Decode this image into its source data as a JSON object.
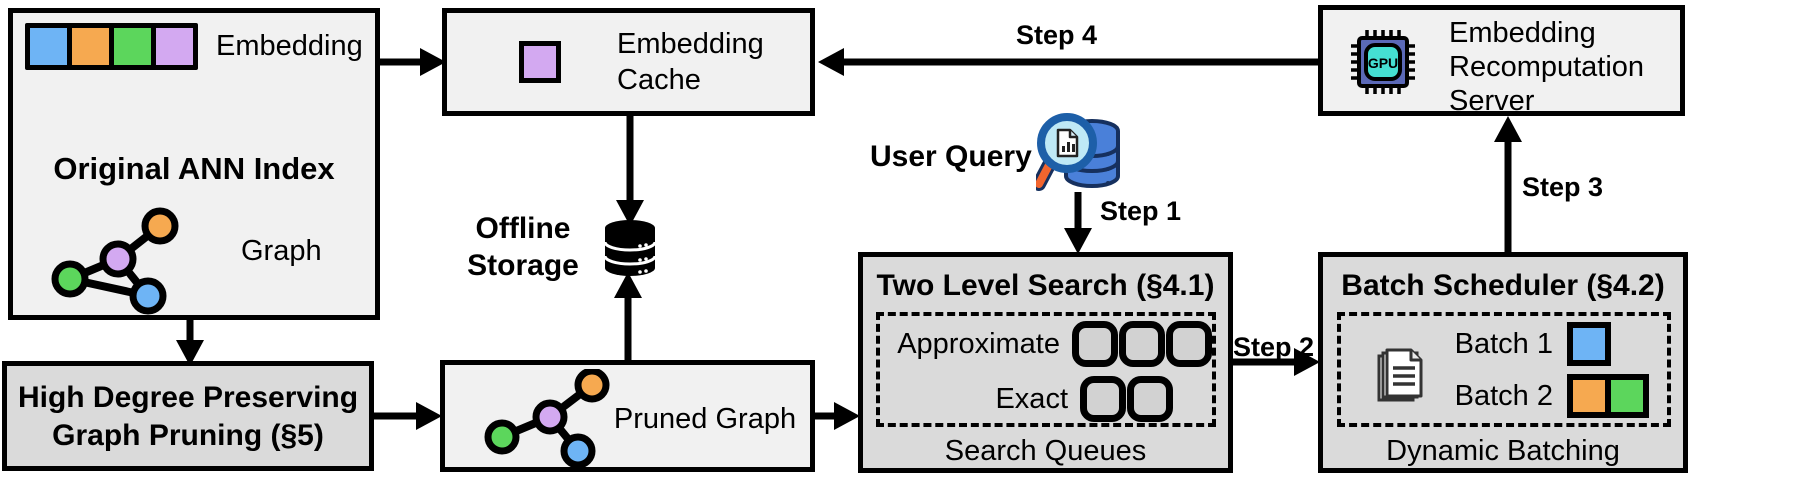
{
  "colors": {
    "blue": "#6eb4f5",
    "orange": "#f6a950",
    "green": "#5cd65c",
    "purple": "#d3a9f1",
    "box_light_fill": "#f1f1f1",
    "box_dark_fill": "#dadada",
    "outline": "#000000",
    "gpu_chip_body": "#5b69b7",
    "gpu_chip_inner": "#45e0d2",
    "query_db_blue": "#4a80d9",
    "magnifier_lens": "#bfe9f6",
    "magnifier_handle": "#f2652e"
  },
  "ann_index": {
    "title": "Original ANN Index",
    "embedding_label": "Embedding",
    "graph_label": "Graph"
  },
  "embedding_cache": {
    "line1": "Embedding",
    "line2": "Cache"
  },
  "high_degree": {
    "line1": "High Degree Preserving",
    "line2": "Graph Pruning (§5)"
  },
  "offline_storage": {
    "line1": "Offline",
    "line2": "Storage"
  },
  "pruned_graph": {
    "label": "Pruned Graph"
  },
  "user_query": {
    "label": "User Query"
  },
  "steps": {
    "step1": "Step 1",
    "step2": "Step 2",
    "step3": "Step 3",
    "step4": "Step 4"
  },
  "two_level_search": {
    "title": "Two Level Search (§4.1)",
    "row1_label": "Approximate",
    "row1_queue_count": 3,
    "row2_label": "Exact",
    "row2_queue_count": 2,
    "footer": "Search Queues"
  },
  "batch_scheduler": {
    "title": "Batch Scheduler (§4.2)",
    "batch1_label": "Batch 1",
    "batch1_colors": [
      "#6eb4f5"
    ],
    "batch2_label": "Batch 2",
    "batch2_colors": [
      "#f6a950",
      "#5cd65c"
    ],
    "footer": "Dynamic Batching"
  },
  "server": {
    "line1": "Embedding",
    "line2": "Recomputation",
    "line3": "Server",
    "gpu_label": "GPU"
  }
}
